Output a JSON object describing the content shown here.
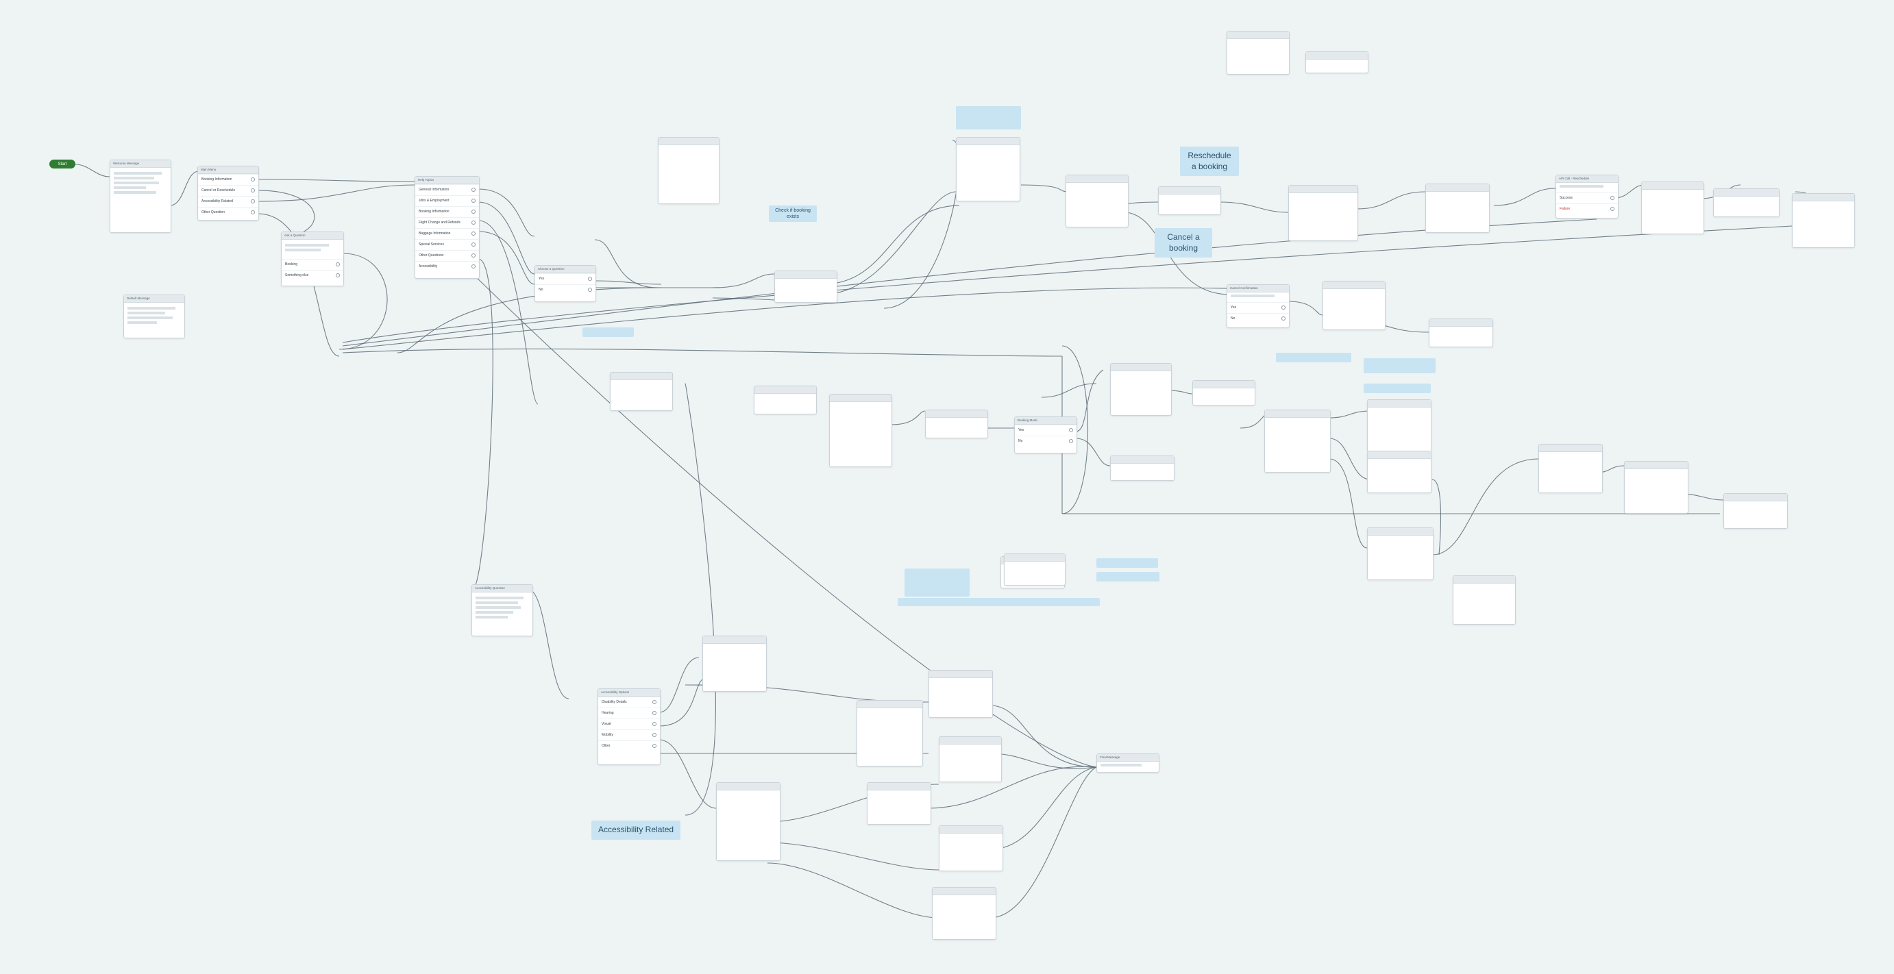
{
  "start": {
    "label": "Start"
  },
  "nodes": [
    {
      "id": "welcome",
      "title": "Welcome Message",
      "rows": []
    },
    {
      "id": "main_menu",
      "title": "Main Menu",
      "rows": [
        "Booking Information",
        "Cancel or Reschedule",
        "Accessibility Related",
        "Other Question"
      ]
    },
    {
      "id": "default_msg",
      "title": "Default Message",
      "rows": []
    },
    {
      "id": "help_topics",
      "title": "Help Topics",
      "rows": [
        "General Information",
        "Jobs & Employment",
        "Booking Information",
        "Flight Change and Refunds",
        "Baggage Information",
        "Special Services",
        "Other Questions",
        "Accessibility"
      ]
    },
    {
      "id": "ask_question",
      "title": "Ask a Question",
      "rows": [
        "Booking",
        "Something else"
      ]
    },
    {
      "id": "choose_question",
      "title": "Choose a Question",
      "rows": [
        "Yes",
        "No"
      ]
    },
    {
      "id": "access_intro",
      "title": "Accessibility Question",
      "rows": []
    },
    {
      "id": "access_menu",
      "title": "Accessibility Options",
      "rows": [
        "Disability Details",
        "Hearing",
        "Visual",
        "Mobility",
        "Other"
      ]
    },
    {
      "id": "booking_mode",
      "title": "Booking Mode",
      "rows": [
        "Yes",
        "No"
      ]
    },
    {
      "id": "cancel_confirm",
      "title": "Cancel Confirmation",
      "rows": [
        "Yes",
        "No"
      ]
    },
    {
      "id": "reschedule_api",
      "title": "API Call - Reschedule",
      "rows": [
        "Success",
        "Failure"
      ]
    },
    {
      "id": "final",
      "title": "Final Message",
      "rows": []
    }
  ],
  "labels": [
    {
      "text": "Reschedule a booking"
    },
    {
      "text": "Cancel a booking"
    },
    {
      "text": "Check if booking exists"
    },
    {
      "text": "Accessibility Related"
    }
  ]
}
